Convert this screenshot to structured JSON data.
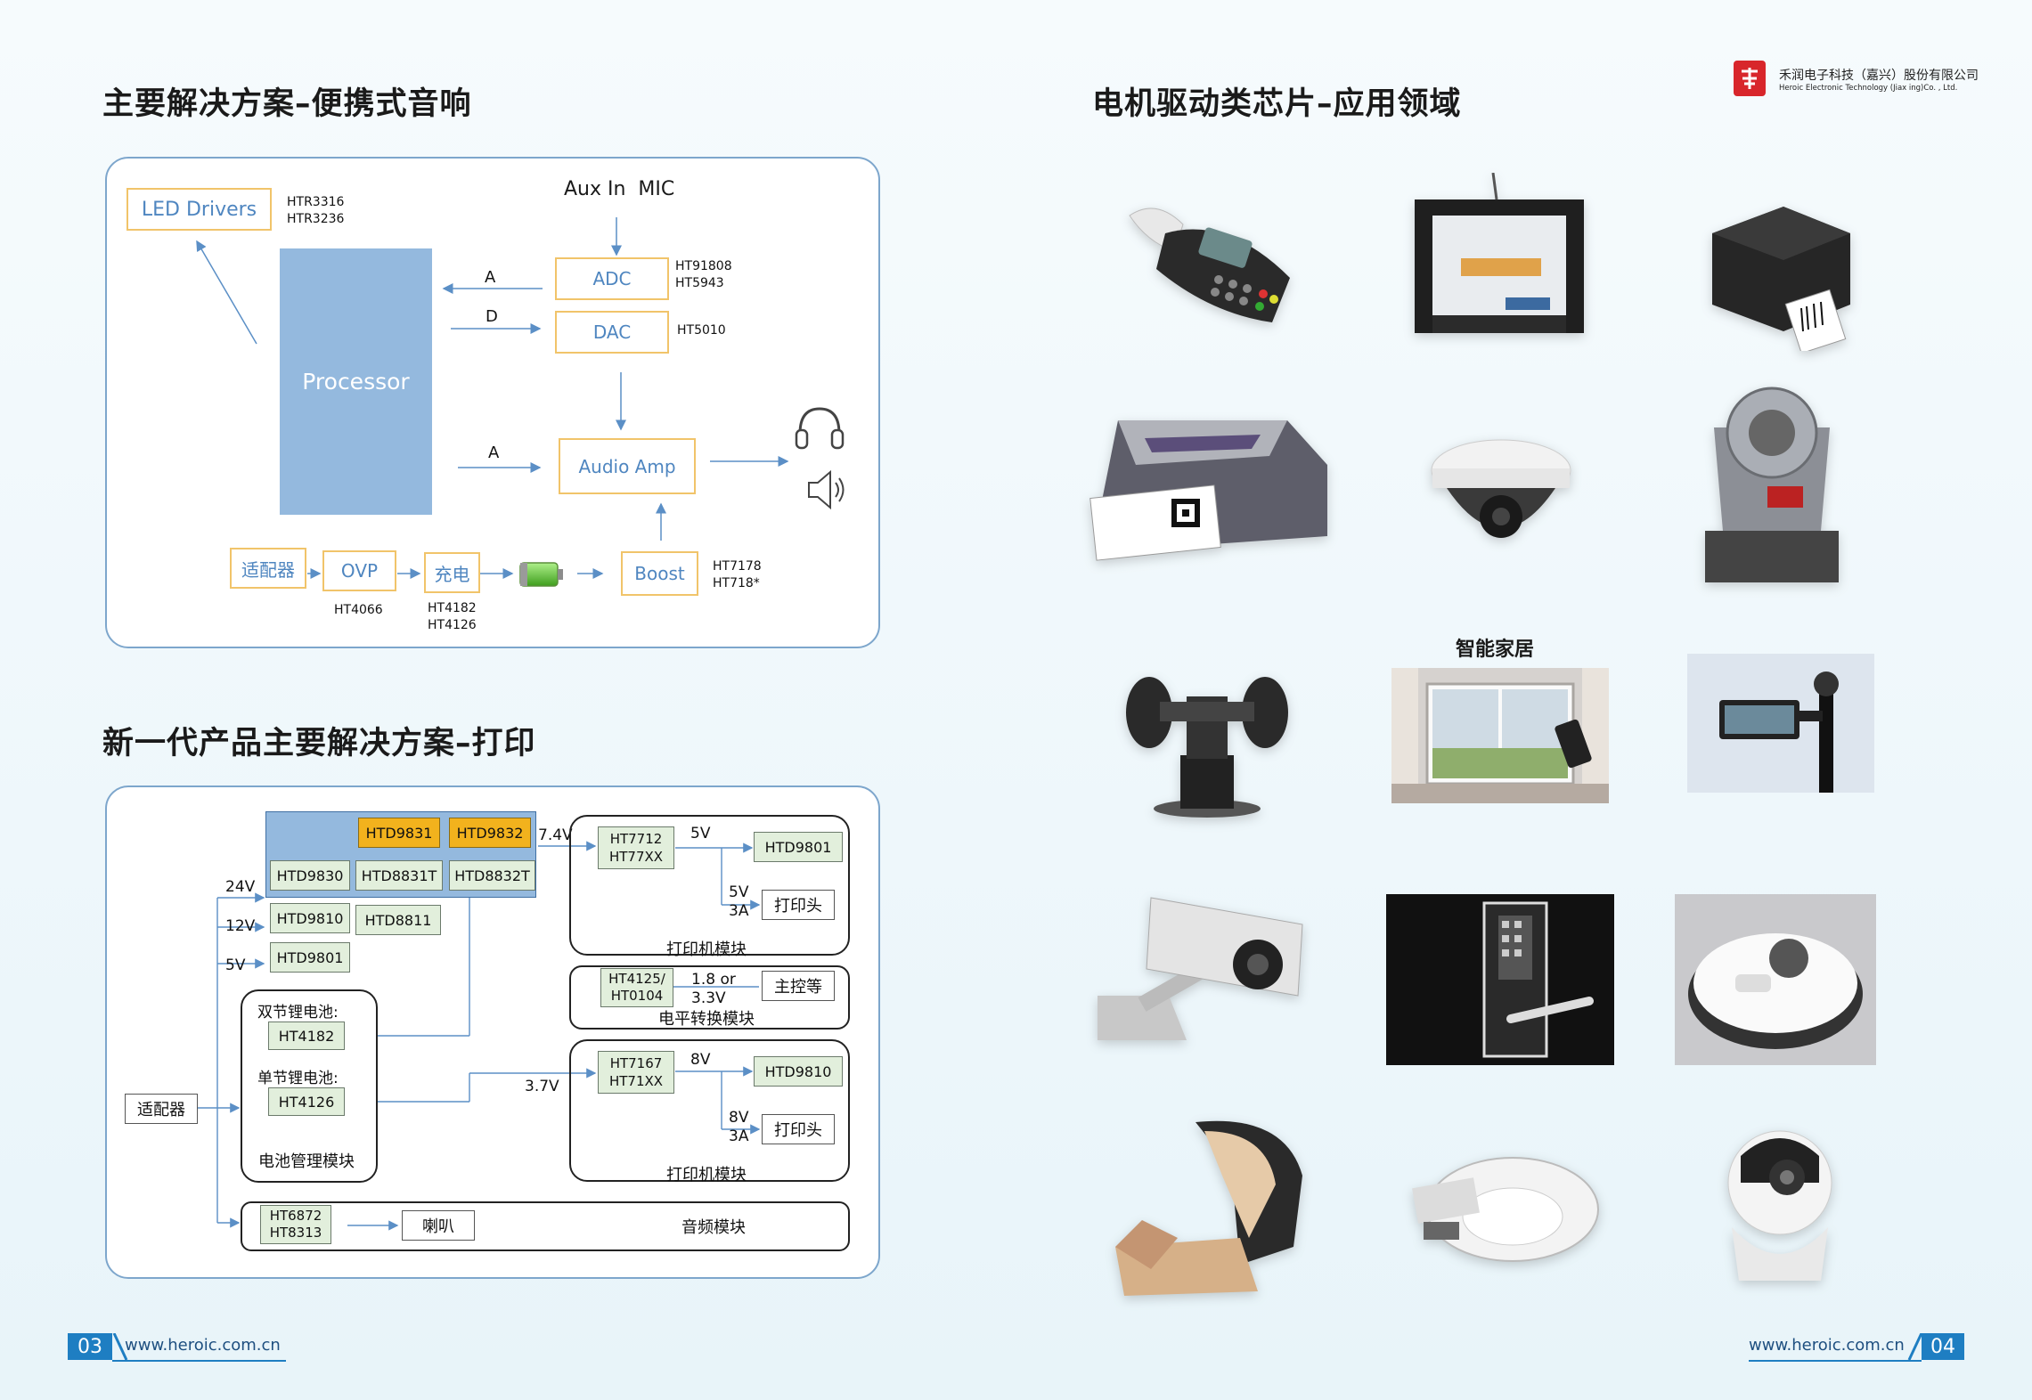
{
  "left": {
    "title1": "主要解决方案–便携式音响",
    "title2": "新一代产品主要解决方案–打印",
    "audio": {
      "led_drivers": "LED Drivers",
      "led_chips": [
        "HTR3316",
        "HTR3236"
      ],
      "aux_in": "Aux In  MIC",
      "adc": "ADC",
      "adc_chips": [
        "HT91808",
        "HT5943"
      ],
      "dac": "DAC",
      "dac_chips": [
        "HT5010"
      ],
      "processor": "Processor",
      "audio_amp": "Audio Amp",
      "arrow_a1": "A",
      "arrow_d": "D",
      "arrow_a2": "A",
      "adapter": "适配器",
      "ovp": "OVP",
      "ovp_chip": "HT4066",
      "charge": "充电",
      "charge_chips": [
        "HT4182",
        "HT4126"
      ],
      "boost": "Boost",
      "boost_chips": [
        "HT7178",
        "HT718*"
      ]
    },
    "print": {
      "chips_top": [
        "HTD9831",
        "HTD9832"
      ],
      "chips_mid": [
        "HTD9830",
        "HTD8831T",
        "HTD8832T"
      ],
      "chips_12v": [
        "HTD9810",
        "HTD8811"
      ],
      "chip_5v": "HTD9801",
      "v24": "24V",
      "v12": "12V",
      "v5": "5V",
      "v74": "7.4V",
      "v37": "3.7V",
      "dual_cell": "双节锂电池:",
      "dual_chip": "HT4182",
      "single_cell": "单节锂电池:",
      "single_chip": "HT4126",
      "battery_module": "电池管理模块",
      "adapter": "适配器",
      "mod1_chip": [
        "HT7712",
        "HT77XX"
      ],
      "mod1_v1": "5V",
      "mod1_out": "HTD9801",
      "mod1_v2": [
        "5V",
        "3A"
      ],
      "print_head": "打印头",
      "printer_module": "打印机模块",
      "lvl_chip": [
        "HT4125/",
        "HT0104"
      ],
      "lvl_v": [
        "1.8 or",
        "3.3V"
      ],
      "host": "主控等",
      "level_module": "电平转换模块",
      "mod2_chip": [
        "HT7167",
        "HT71XX"
      ],
      "mod2_v1": "8V",
      "mod2_out": "HTD9810",
      "mod2_v2": [
        "8V",
        "3A"
      ],
      "audio_chip": [
        "HT6872",
        "HT8313"
      ],
      "speaker": "喇叭",
      "audio_module": "音频模块"
    },
    "footer_page": "03",
    "footer_url": "www.heroic.com.cn"
  },
  "right": {
    "title": "电机驱动类芯片–应用领域",
    "logo_cn": "禾润电子科技（嘉兴）股份有限公司",
    "logo_en": "Heroic Electronic Technology (Jiax ing)Co. , Ltd.",
    "smart_home": "智能家居",
    "footer_page": "04",
    "footer_url": "www.heroic.com.cn"
  },
  "colors": {
    "panel_border": "#7da6cc",
    "processor": "#94b9de",
    "orange_border": "#f1c46a",
    "chip_green": "#e2efdc",
    "chip_yellow": "#f2b21d",
    "footer_blue": "#1e7ec2",
    "logo_red": "#d8262b"
  }
}
